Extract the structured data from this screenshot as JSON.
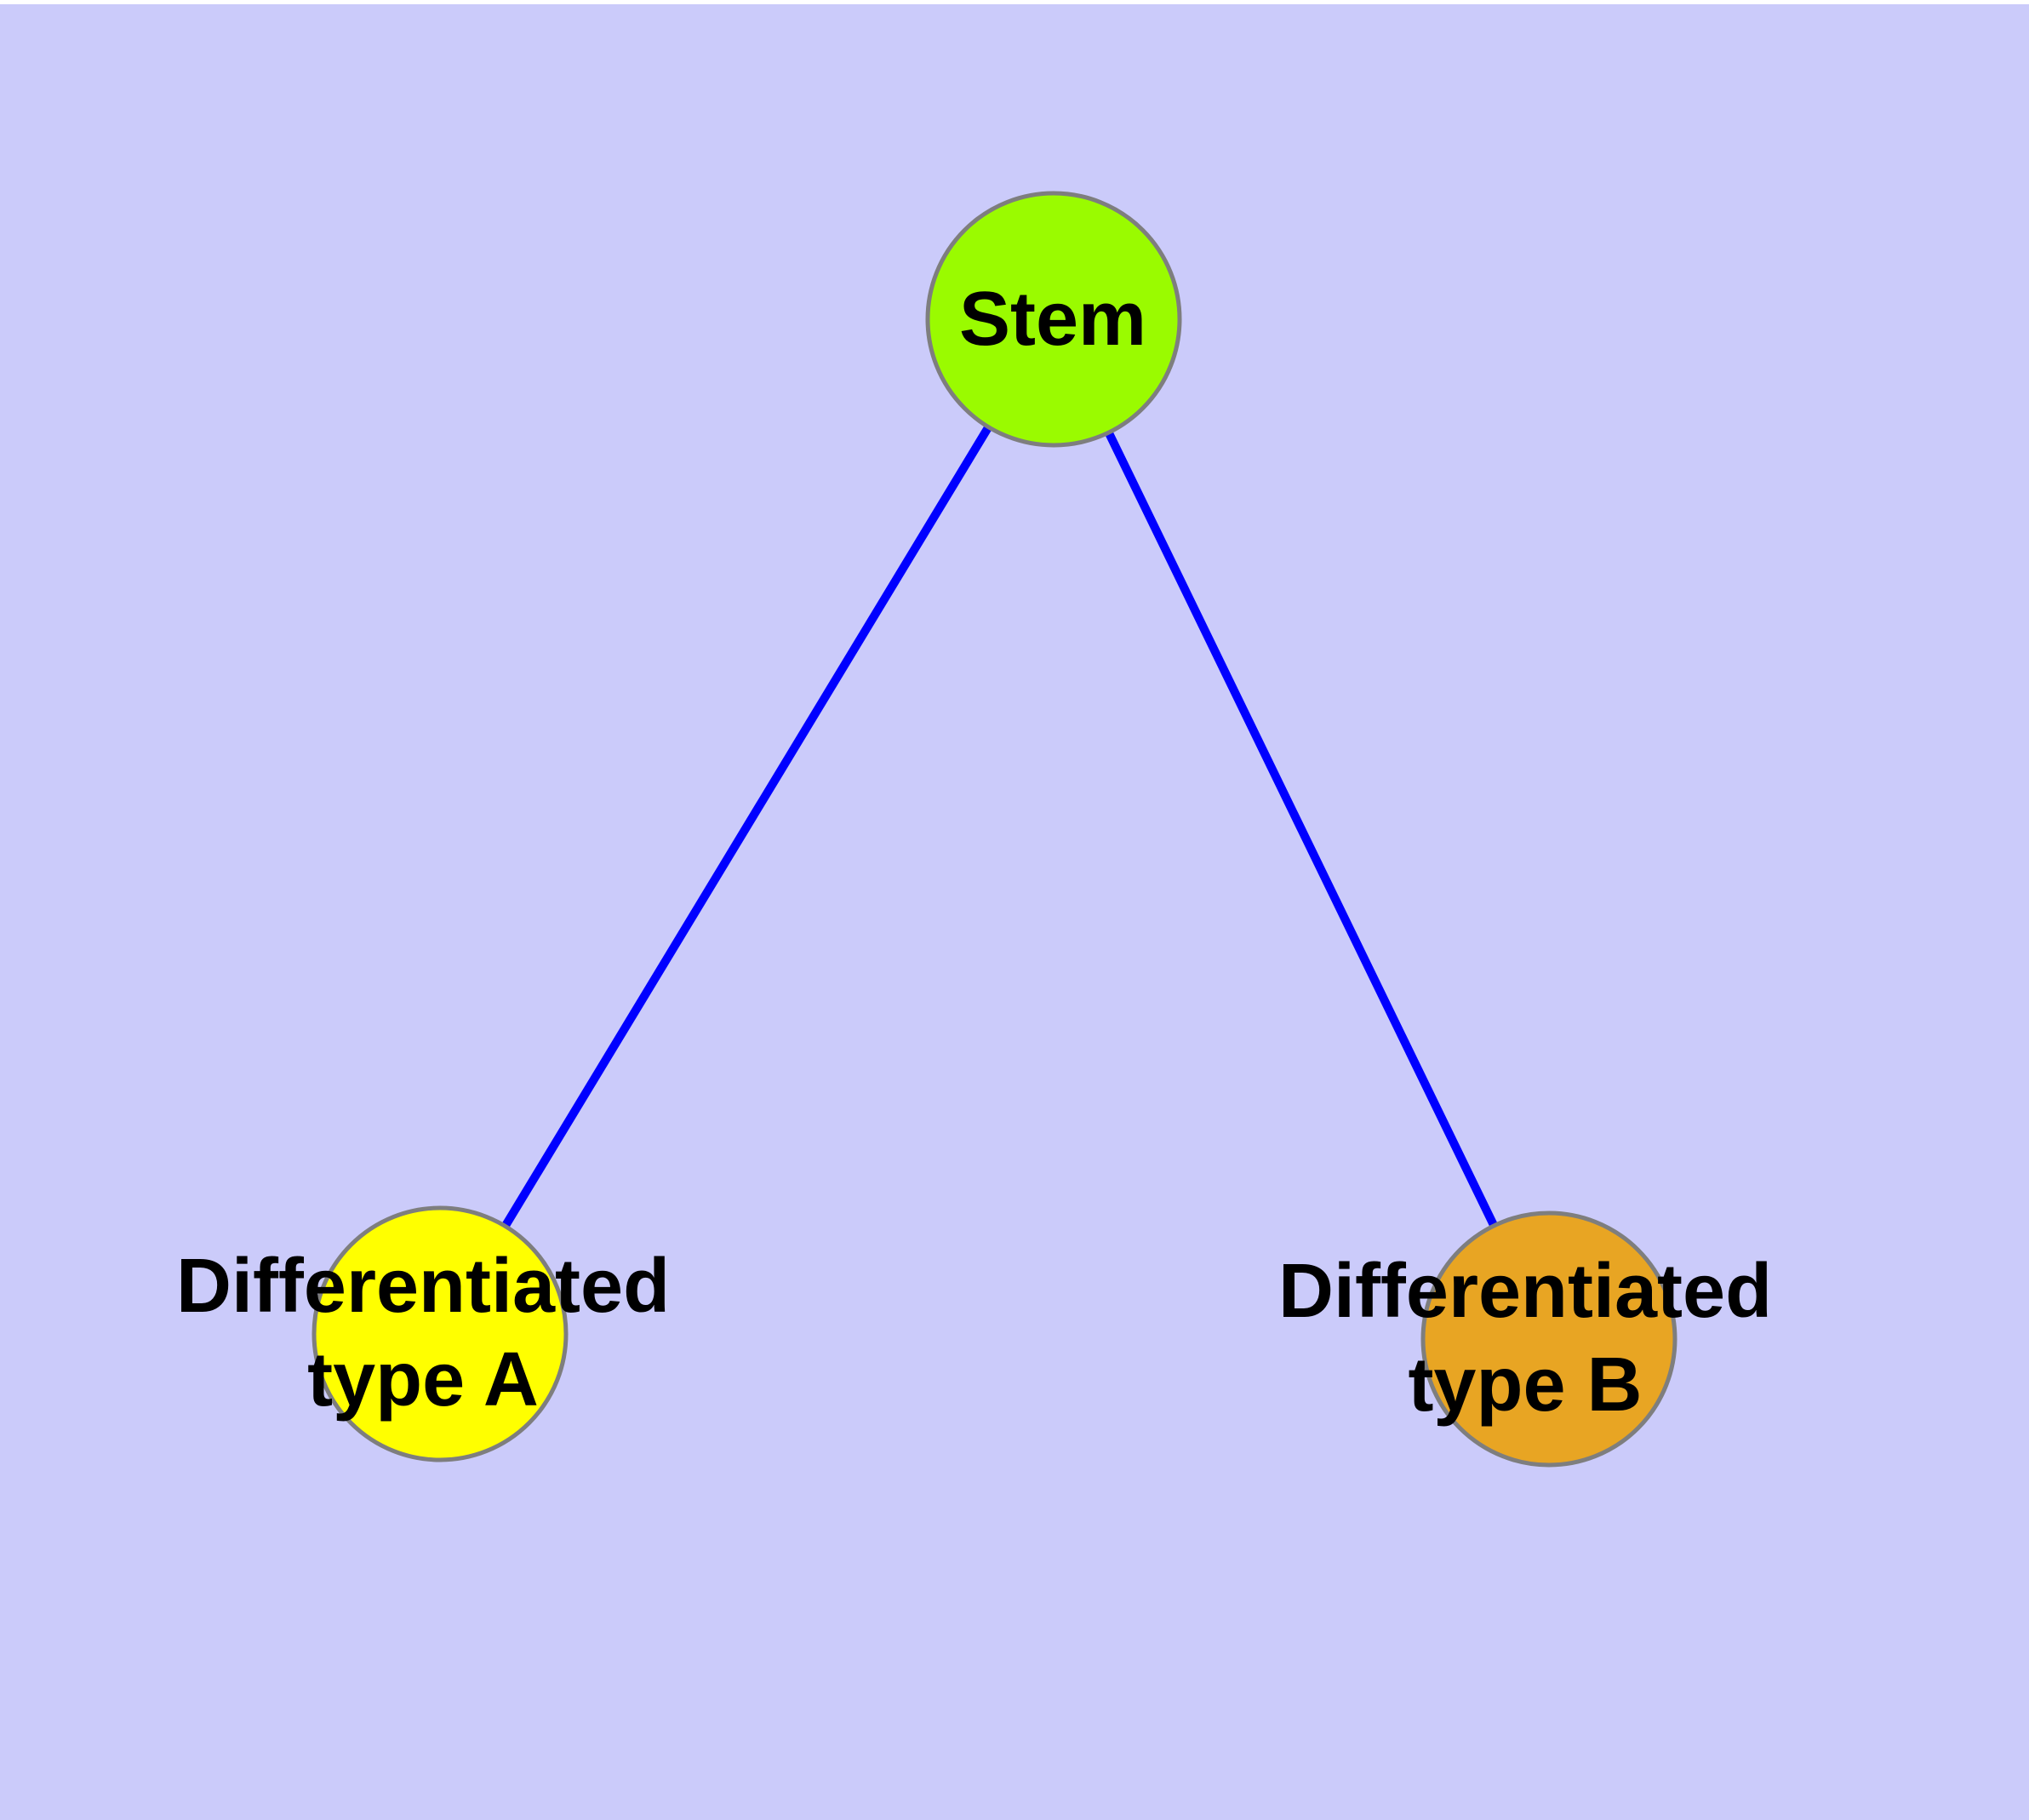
{
  "diagram": {
    "type": "graph",
    "nodes": [
      {
        "id": "stem",
        "label": "Stem",
        "fill": "#9afb00"
      },
      {
        "id": "differentiated-type-a",
        "label": "Differentiated\ntype A",
        "fill": "#ffff00"
      },
      {
        "id": "differentiated-type-b",
        "label": "Differentiated\ntype B",
        "fill": "#e8a523"
      }
    ],
    "edges": [
      {
        "from": "stem",
        "to": "differentiated-type-a"
      },
      {
        "from": "stem",
        "to": "differentiated-type-b"
      }
    ],
    "colors": {
      "background": "#cbcbfa",
      "edge": "#0000ff",
      "node_border": "#7e7e7e",
      "label_text": "#000000"
    }
  }
}
